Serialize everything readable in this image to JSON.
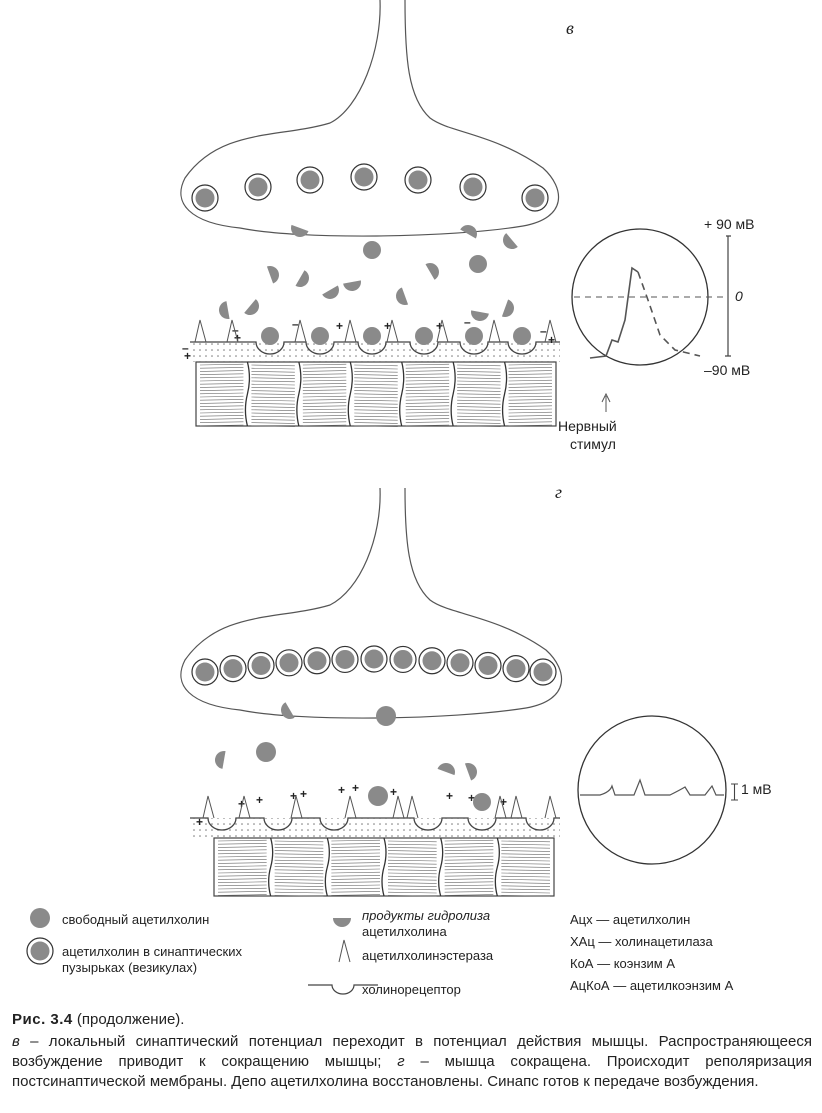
{
  "panel_v": {
    "letter": "в",
    "scale_top": "+ 90 мВ",
    "scale_zero": "0",
    "scale_bottom": "–90 мВ",
    "stimulus_line1": "Нервный",
    "stimulus_line2": "стимул"
  },
  "panel_g": {
    "letter": "г",
    "scale_label": "1 мВ"
  },
  "legend": {
    "free_ach": "свободный ацетилхолин",
    "vesicle_ach_line1": "ацетилхолин в синаптических",
    "vesicle_ach_line2": "пузырьках (везикулах)",
    "hydrolysis_line1": "продукты гидролиза",
    "hydrolysis_line2": "ацетилхолина",
    "esterase": "ацетилхолинэстераза",
    "receptor": "холинорецептор"
  },
  "abbreviations": [
    "Ацх — ацетилхолин",
    "ХАц — холинацетилаза",
    "КоА — коэнзим А",
    "АцКоА — ацетилкоэнзим А"
  ],
  "caption": {
    "fig_number": "Рис. 3.4",
    "fig_suffix": " (продолжение).",
    "v_letter": "в",
    "v_text": " – локальный синаптический потенциал переходит в потенциал действия мышцы. Распространяющееся возбуждение приводит к сокращению мышцы; ",
    "g_letter": "г",
    "g_text": " – мышца сокращена. Происходит реполяризация постсинаптической мембраны. Депо ацетилхолина восстановлены. Синапс готов к передаче возбуждения."
  }
}
